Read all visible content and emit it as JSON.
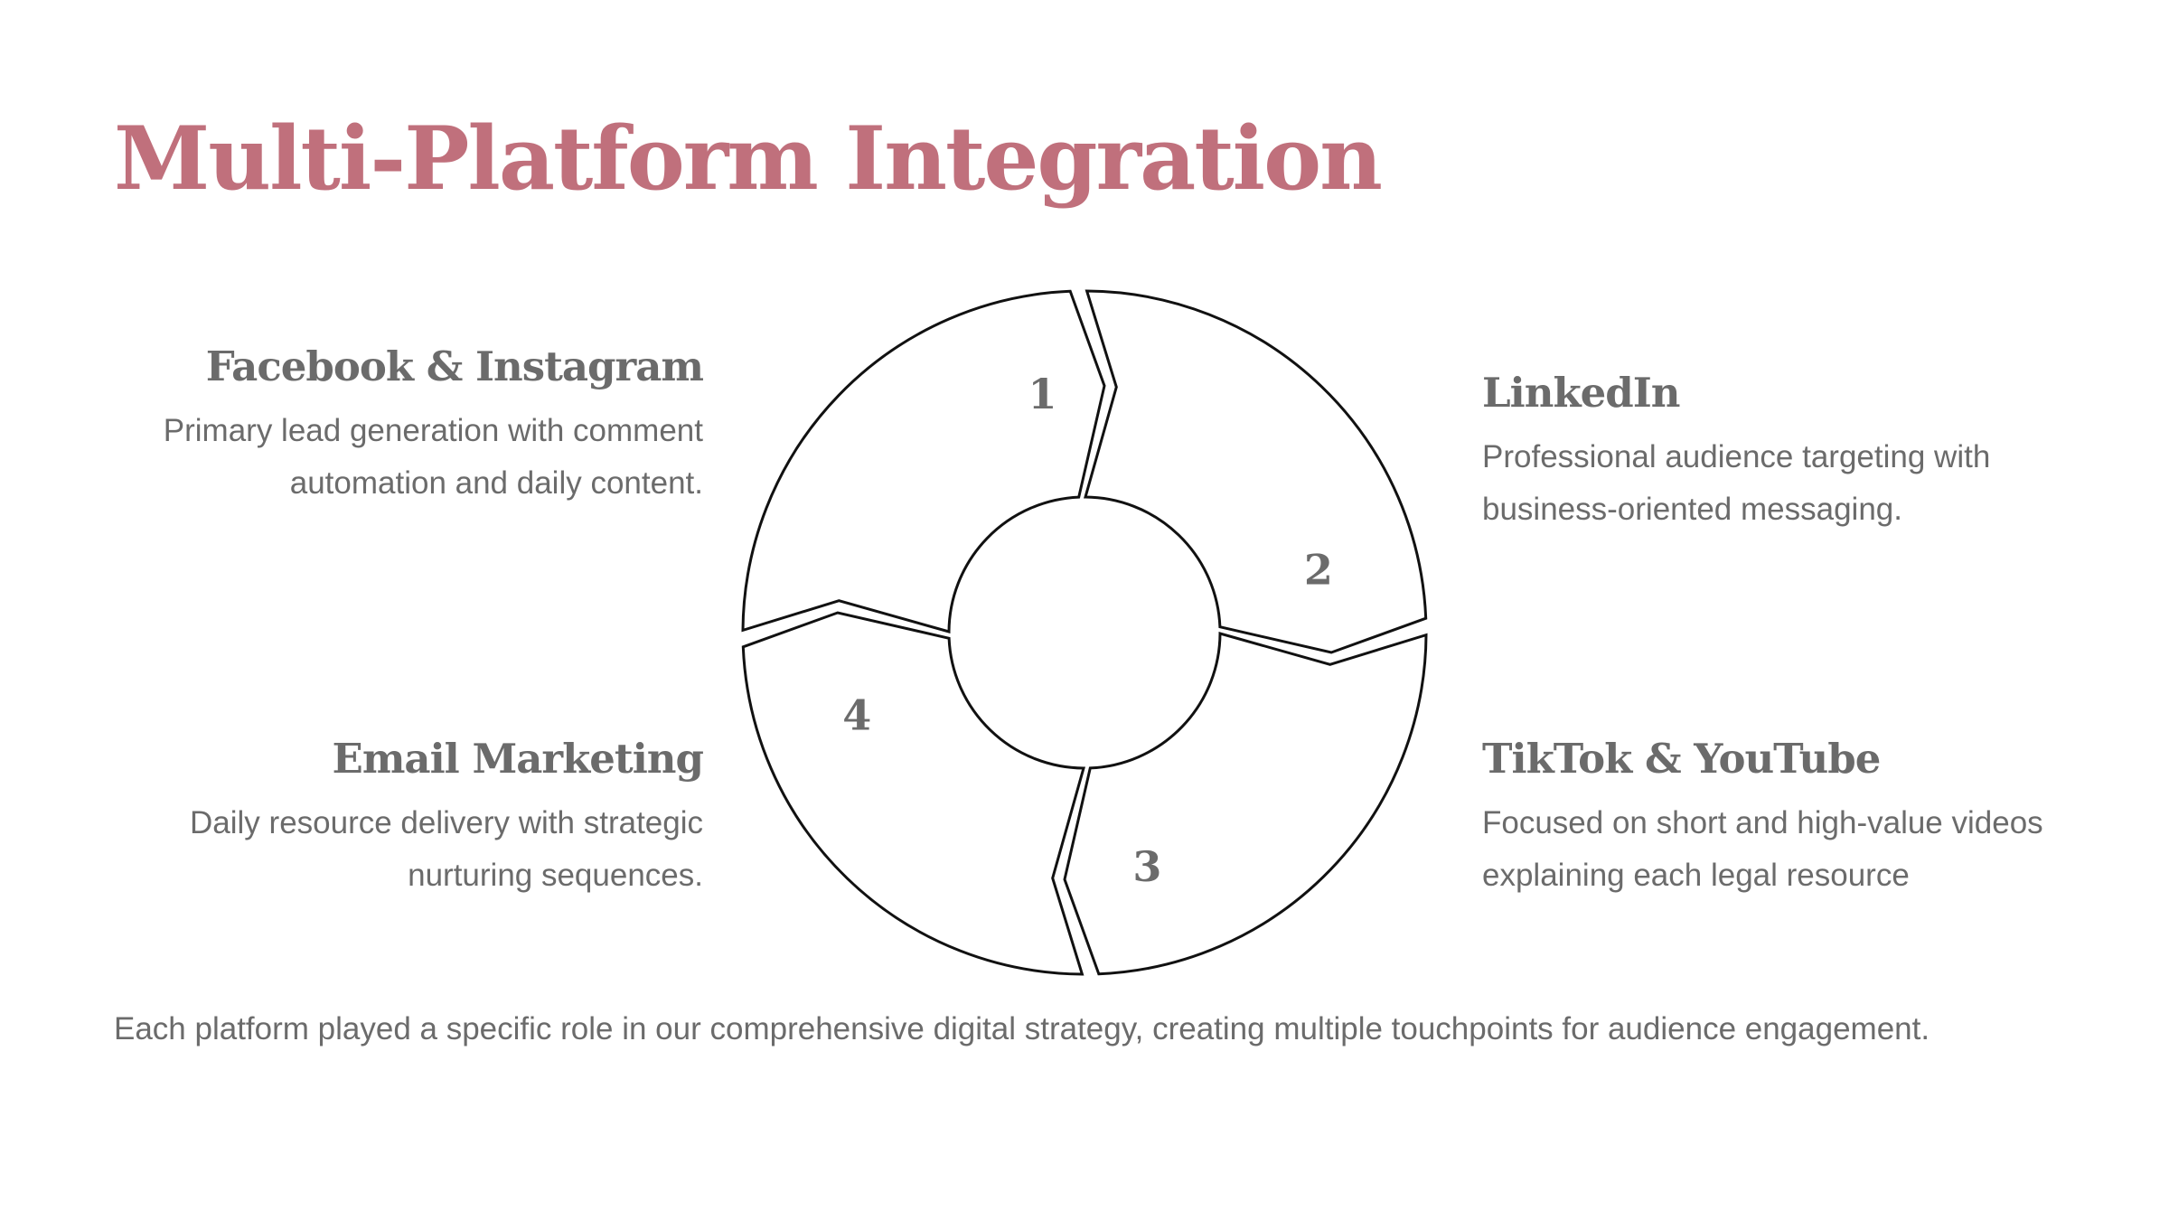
{
  "title": "Multi-Platform Integration",
  "colors": {
    "title": "#c0707c",
    "heading": "#6b6b6b",
    "body": "#6b6b6b",
    "stroke": "#111111",
    "number": "#6b6b6b"
  },
  "steps": [
    {
      "number": "1",
      "title": "Facebook & Instagram",
      "desc": "Primary lead generation with comment automation and daily content."
    },
    {
      "number": "2",
      "title": "LinkedIn",
      "desc": "Professional audience targeting with business-oriented messaging."
    },
    {
      "number": "3",
      "title": "TikTok & YouTube",
      "desc": "Focused on short and high-value videos explaining each legal resource"
    },
    {
      "number": "4",
      "title": "Email Marketing",
      "desc": "Daily resource delivery with strategic nurturing sequences."
    }
  ],
  "footer": "Each platform played a specific role in our comprehensive digital strategy, creating multiple touchpoints for audience engagement."
}
